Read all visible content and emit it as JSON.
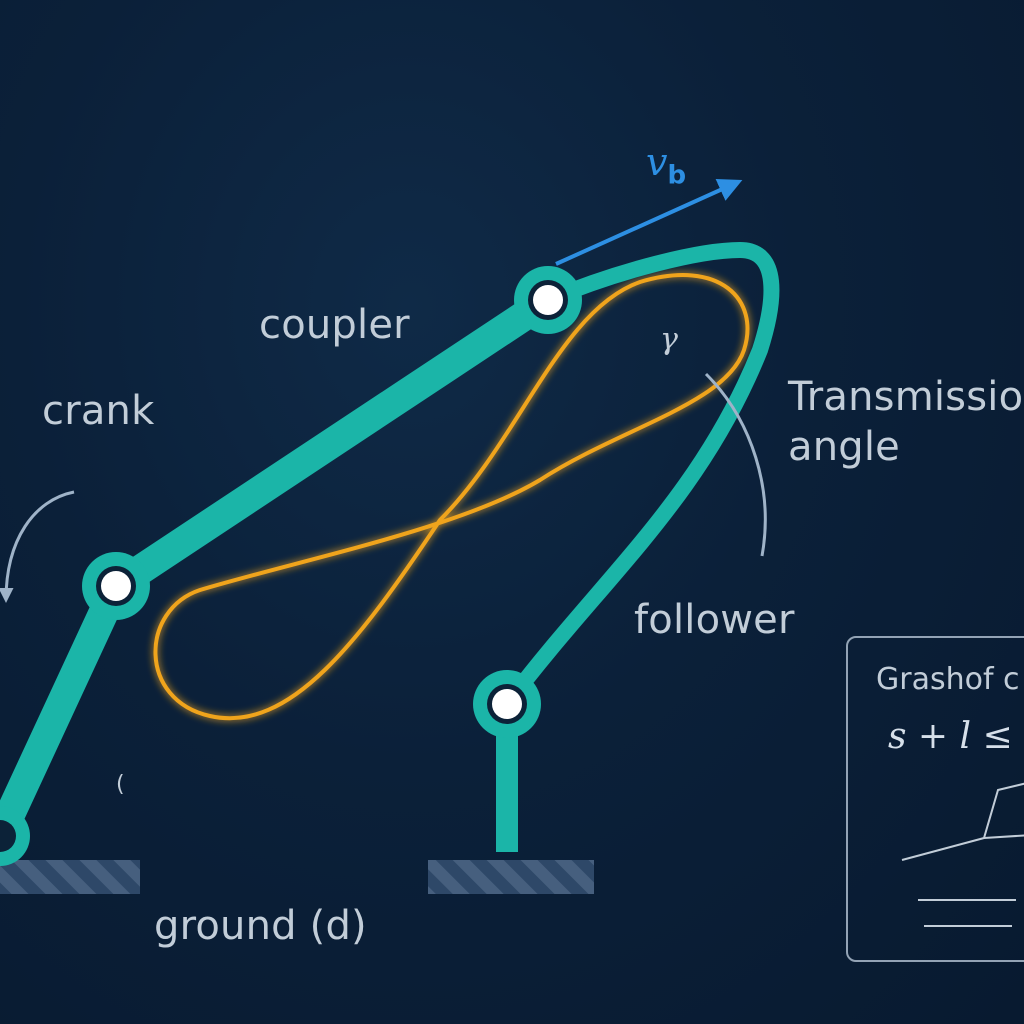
{
  "labels": {
    "crank": "crank",
    "coupler": "coupler",
    "follower": "follower",
    "ground": "ground (d)",
    "transmission_line1": "Transmissio",
    "transmission_line2": "angle",
    "gamma": "γ",
    "velocity_main": "v",
    "velocity_sub": "b",
    "small_mark": "("
  },
  "grashof": {
    "title": "Grashof c",
    "formula": "s + l ≤ p"
  },
  "colors": {
    "background": "#0b2039",
    "link": "#1bb5a8",
    "path": "#f0a41e",
    "velocity": "#2d8fe3",
    "label": "#c2cdd8",
    "pin_fill": "#ffffff",
    "ground_hatch": "#3a5575"
  }
}
